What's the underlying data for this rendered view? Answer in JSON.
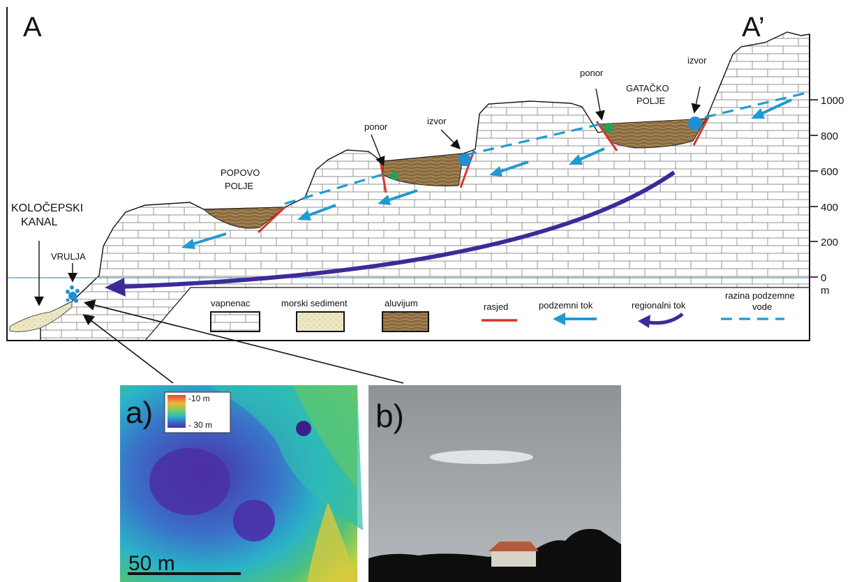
{
  "section": {
    "left_label": "A",
    "right_label": "A’",
    "places": {
      "popovo_line1": "POPOVO",
      "popovo_line2": "POLJE",
      "gatacko_line1": "GATAČKO",
      "gatacko_line2": "POLJE",
      "kanal_line1": "KOLOČEPSKI",
      "kanal_line2": "KANAL",
      "vrulja": "VRULJA"
    },
    "callouts": {
      "ponor_1": "ponor",
      "izvor_1": "izvor",
      "ponor_2": "ponor",
      "izvor_2": "izvor"
    },
    "elevation_axis": {
      "ticks": [
        "1000",
        "800",
        "600",
        "400",
        "200",
        "0"
      ],
      "unit": "m"
    }
  },
  "legend": {
    "vapnenac": "vapnenac",
    "morski_sediment": "morski sediment",
    "aluvijum": "aluvijum",
    "rasjed": "rasjed",
    "podzemni_tok": "podzemni tok",
    "regionalni_tok": "regionalni tok",
    "razina_line1": "razina podzemne",
    "razina_line2": "vode"
  },
  "colors": {
    "alluvium": "#8a6a3e",
    "sediment": "#ece7c2",
    "fault": "#d8352a",
    "underground_flow": "#1f9bd1",
    "regional_flow": "#3d2a9a",
    "sea_level": "#2aa5d8",
    "ponor_dot": "#23a35a",
    "izvor_dot": "#1f8fd6"
  },
  "panel_a": {
    "label": "a)",
    "scale_top": "-10 m",
    "scale_bottom": "- 30 m",
    "scale_bar": "50 m"
  },
  "panel_b": {
    "label": "b)"
  }
}
